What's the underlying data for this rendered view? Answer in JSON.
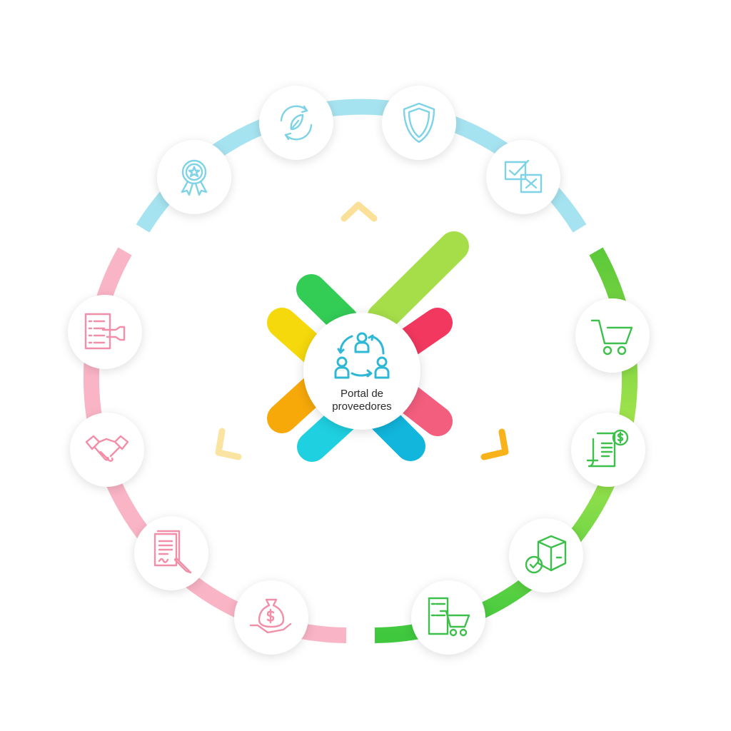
{
  "center": {
    "label": "Portal de proveedores",
    "icon": "people-cycle-icon"
  },
  "colors": {
    "blue_arc": "#a6e3f0",
    "pink_arc": "#f9b4c5",
    "green_arc": "#7ed84a",
    "blue_icon": "#7fd3e6",
    "pink_icon": "#f18fa8",
    "green_icon": "#3cc04b"
  },
  "nodes": [
    {
      "icon": "award-badge-icon",
      "group": "blue"
    },
    {
      "icon": "recycle-leaf-icon",
      "group": "blue"
    },
    {
      "icon": "shield-icon",
      "group": "blue"
    },
    {
      "icon": "checkbox-approve-reject-icon",
      "group": "blue"
    },
    {
      "icon": "checklist-hand-icon",
      "group": "pink"
    },
    {
      "icon": "handshake-icon",
      "group": "pink"
    },
    {
      "icon": "contract-sign-icon",
      "group": "pink"
    },
    {
      "icon": "money-bag-hand-icon",
      "group": "pink"
    },
    {
      "icon": "shopping-cart-icon",
      "group": "green"
    },
    {
      "icon": "invoice-dollar-icon",
      "group": "green"
    },
    {
      "icon": "package-check-icon",
      "group": "green"
    },
    {
      "icon": "order-cart-icon",
      "group": "green"
    }
  ]
}
